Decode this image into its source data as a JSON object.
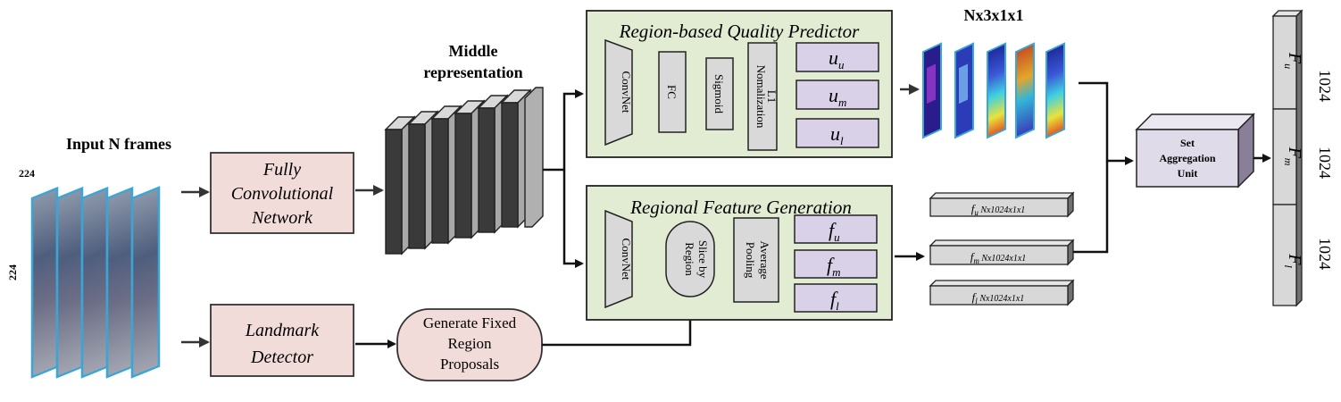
{
  "input": {
    "title": "Input N frames",
    "dim_top": "224",
    "dim_side": "224"
  },
  "fcn": {
    "line1": "Fully",
    "line2": "Convolutional",
    "line3": "Network"
  },
  "landmark": {
    "line1": "Landmark",
    "line2": "Detector"
  },
  "proposals": {
    "line1": "Generate Fixed",
    "line2": "Region",
    "line3": "Proposals"
  },
  "middle": {
    "line1": "Middle",
    "line2": "representation"
  },
  "quality": {
    "title": "Region-based Quality Predictor",
    "convnet": "ConvNet",
    "fc": "FC",
    "sigmoid": "Sigmoid",
    "l1_line1": "L1",
    "l1_line2": "Nomalization",
    "u_upper": "u",
    "u_upper_sub": "u",
    "u_middle": "u",
    "u_middle_sub": "m",
    "u_lower": "u",
    "u_lower_sub": "l"
  },
  "regional": {
    "title": "Regional Feature Generation",
    "convnet": "ConvNet",
    "slice_line1": "Slice by",
    "slice_line2": "Region",
    "pool_line1": "Average",
    "pool_line2": "Pooling",
    "f_upper": "f",
    "f_upper_sub": "u",
    "f_middle": "f",
    "f_middle_sub": "m",
    "f_lower": "f",
    "f_lower_sub": "l"
  },
  "quality_output": {
    "label": "Nx3x1x1"
  },
  "features_out": [
    {
      "f": "f",
      "sub": "u",
      "dims": " Nx1024x1x1"
    },
    {
      "f": "f",
      "sub": "m",
      "dims": " Nx1024x1x1"
    },
    {
      "f": "f",
      "sub": "l",
      "dims": " Nx1024x1x1"
    }
  ],
  "aggregation": {
    "line1": "Set",
    "line2": "Aggregation",
    "line3": "Unit"
  },
  "final": [
    {
      "f": "F",
      "sub": "u",
      "dim": "1024"
    },
    {
      "f": "F",
      "sub": "m",
      "dim": "1024"
    },
    {
      "f": "F",
      "sub": "l",
      "dim": "1024"
    }
  ],
  "colors": {
    "pink_box": "#f2dcd9",
    "green_panel": "#e2ecd2",
    "purple_box": "#d9d1e8",
    "gray_block": "#c8c8c8",
    "lavender": "#e0dbe8",
    "frame_border": "#3aa6d8"
  }
}
